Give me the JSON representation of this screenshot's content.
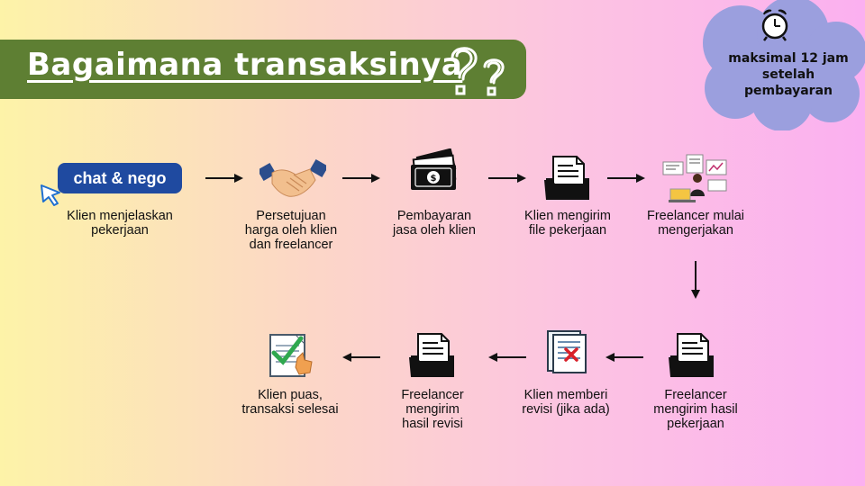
{
  "header": {
    "title": "Bagaimana transaksinya"
  },
  "note": {
    "text": "maksimal 12 jam setelah pembayaran"
  },
  "steps": [
    {
      "badge": "chat & nego",
      "line1": "Klien menjelaskan",
      "line2": "pekerjaan",
      "line3": ""
    },
    {
      "line1": "Persetujuan",
      "line2": "harga oleh klien",
      "line3": "dan freelancer"
    },
    {
      "line1": "Pembayaran",
      "line2": "jasa oleh klien",
      "line3": ""
    },
    {
      "line1": "Klien mengirim",
      "line2": "file pekerjaan",
      "line3": ""
    },
    {
      "line1": "Freelancer mulai",
      "line2": "mengerjakan",
      "line3": ""
    },
    {
      "line1": "Freelancer",
      "line2": "mengirim hasil",
      "line3": "pekerjaan"
    },
    {
      "line1": "Klien memberi",
      "line2": "revisi (jika ada)",
      "line3": ""
    },
    {
      "line1": "Freelancer",
      "line2": "mengirim",
      "line3": "hasil revisi"
    },
    {
      "line1": "Klien puas,",
      "line2": "transaksi selesai",
      "line3": ""
    }
  ],
  "colors": {
    "banner": "#5e7f33",
    "cloud": "#9b9fde",
    "badge": "#1f4aa0"
  }
}
